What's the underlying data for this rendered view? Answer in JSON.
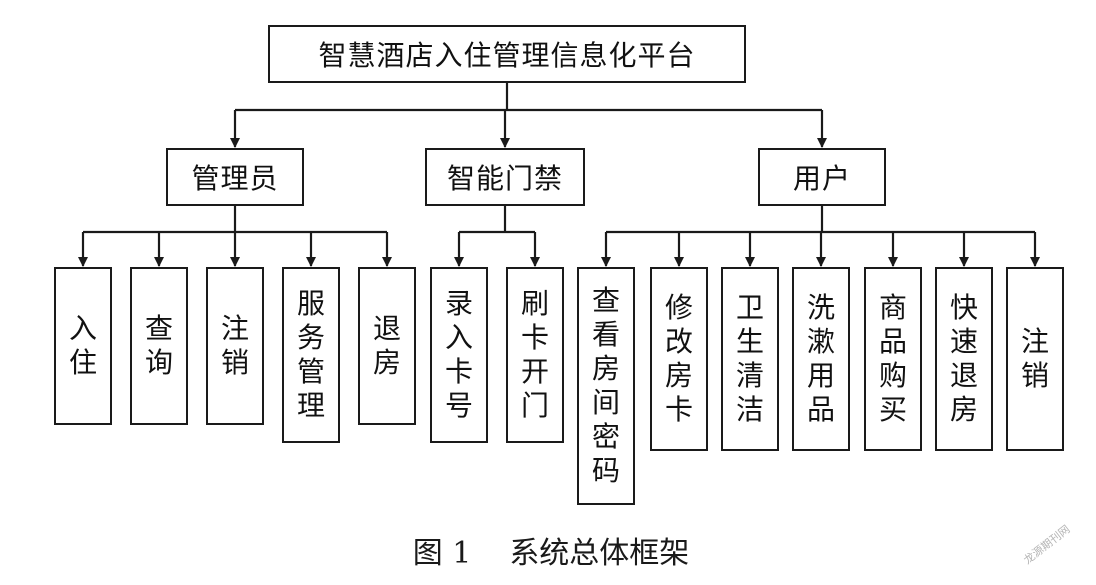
{
  "diagram": {
    "root": {
      "label": "智慧酒店入住管理信息化平台"
    },
    "branches": [
      {
        "label": "管理员",
        "children": [
          "入住",
          "查询",
          "注销",
          "服务管理",
          "退房"
        ]
      },
      {
        "label": "智能门禁",
        "children": [
          "录入卡号",
          "刷卡开门"
        ]
      },
      {
        "label": "用户",
        "children": [
          "查看房间密码",
          "修改房卡",
          "卫生清洁",
          "洗漱用品",
          "商品购买",
          "快速退房",
          "注销"
        ]
      }
    ]
  },
  "caption": {
    "figure": "图 1",
    "title": "系统总体框架"
  },
  "watermark": {
    "text": "龙源期刊网"
  },
  "colors": {
    "line": "#1a1a1a",
    "background": "#ffffff"
  }
}
